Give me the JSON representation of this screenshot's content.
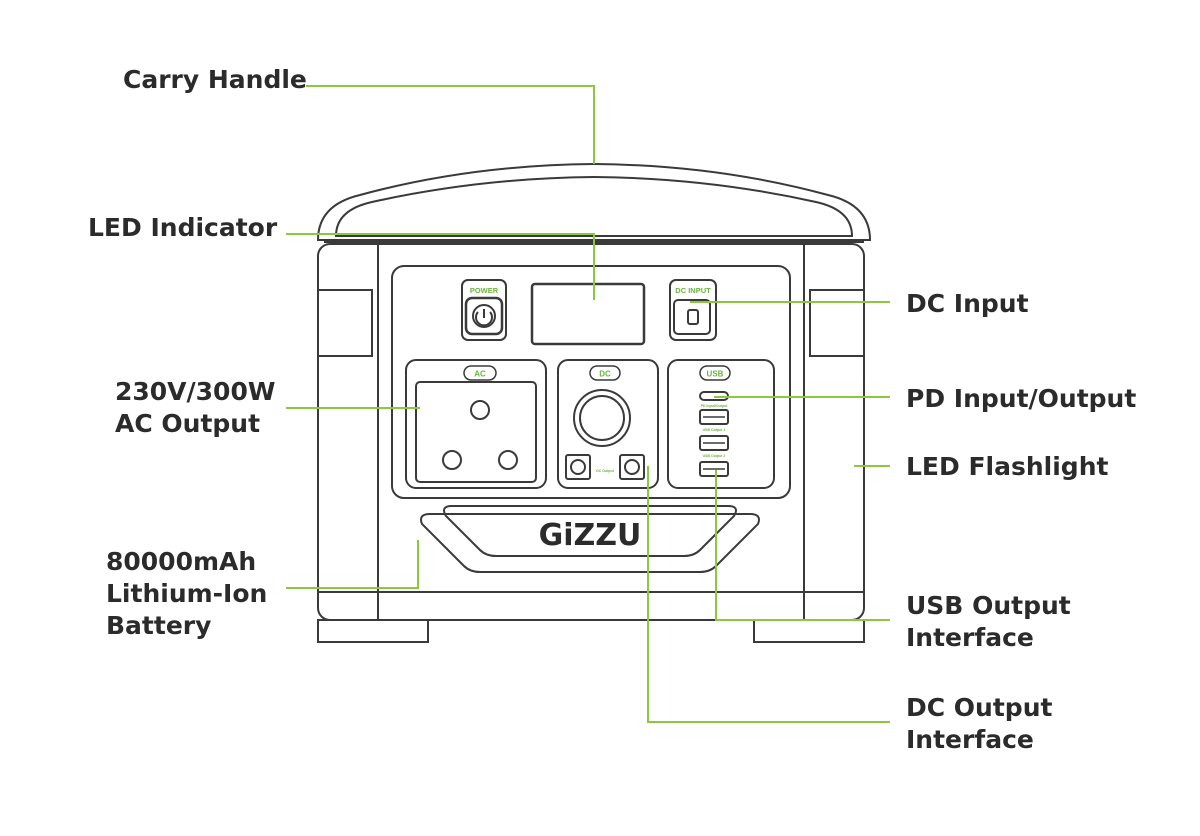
{
  "colors": {
    "leader_line": "#8dc63f",
    "device_outline": "#3a3a3a",
    "label_text": "#2b2b2b",
    "badge_text": "#6db33f"
  },
  "callouts": {
    "carry_handle": [
      "Carry Handle"
    ],
    "led_indicator": [
      "LED Indicator"
    ],
    "ac_output": [
      "230V/300W",
      "AC Output"
    ],
    "battery": [
      "80000mAh",
      "Lithium-Ion",
      "Battery"
    ],
    "dc_input": [
      "DC Input"
    ],
    "pd_io": [
      "PD Input/Output"
    ],
    "led_flashlight": [
      "LED Flashlight"
    ],
    "usb_output": [
      "USB Output",
      "Interface"
    ],
    "dc_output": [
      "DC Output",
      "Interface"
    ]
  },
  "device": {
    "brand": "GiZZU",
    "button_labels": {
      "power": "POWER",
      "dc_input": "DC INPUT"
    },
    "section_badges": {
      "ac": "AC",
      "dc": "DC",
      "usb": "USB"
    },
    "tiny_labels": {
      "pd_port": "PD Input/Output",
      "usb_port_1": "USB Output 1",
      "usb_port_2": "USB Output 2",
      "dc_port": "DC Output"
    }
  }
}
